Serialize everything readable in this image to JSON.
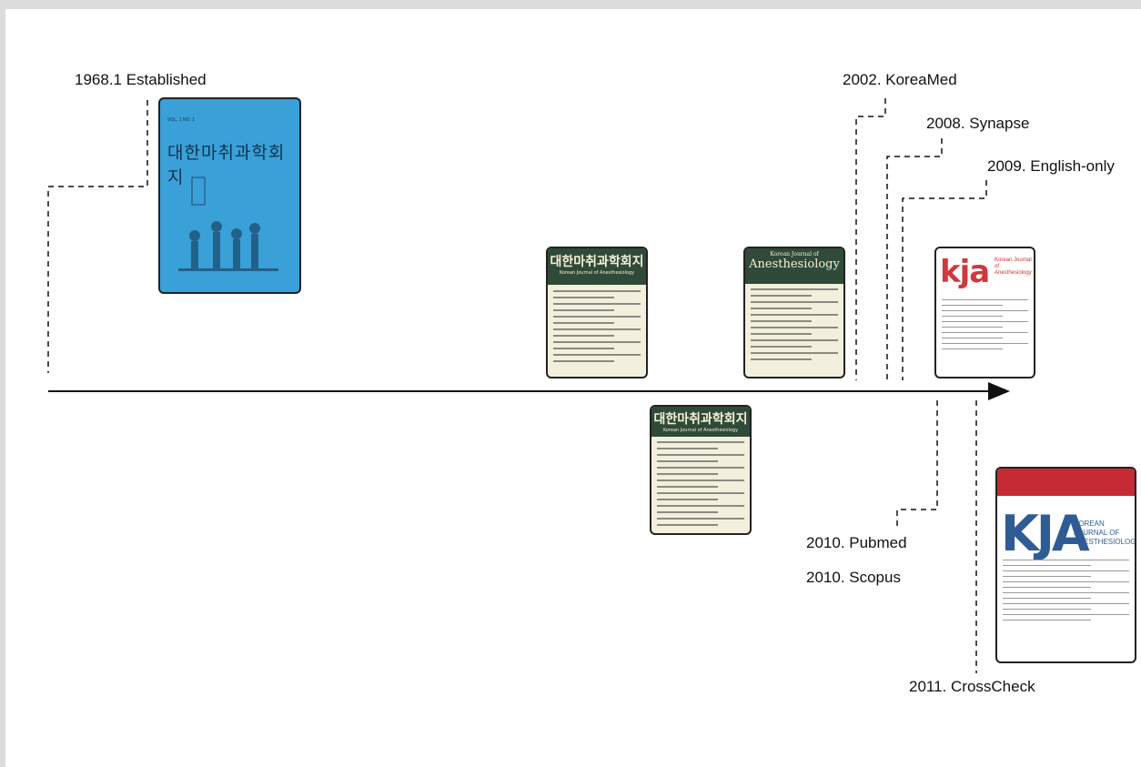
{
  "timeline": {
    "events": [
      {
        "label": "1968.1 Established"
      },
      {
        "label": "2002. KoreaMed"
      },
      {
        "label": "2008. Synapse"
      },
      {
        "label": "2009. English-only"
      },
      {
        "label": "2010. Pubmed"
      },
      {
        "label": "2010. Scopus"
      },
      {
        "label": "2011. CrossCheck"
      }
    ]
  },
  "covers": {
    "c1968": {
      "title": "대한마취과학회지"
    },
    "green1": {
      "title": "대한마취과학회지",
      "subtitle": "Korean Journal of Anesthesiology"
    },
    "green2": {
      "title": "대한마취과학회지",
      "subtitle": "Korean Journal of Anesthesiology"
    },
    "green3": {
      "title": "Korean Journal of",
      "subtitle": "Anesthesiology"
    },
    "kja": {
      "logo": "kja",
      "sub": "Korean Journal of Anesthesiology"
    },
    "big": {
      "logo": "KJA",
      "sub": "KOREAN JOURNAL OF ANESTHESIOLOGY"
    }
  }
}
